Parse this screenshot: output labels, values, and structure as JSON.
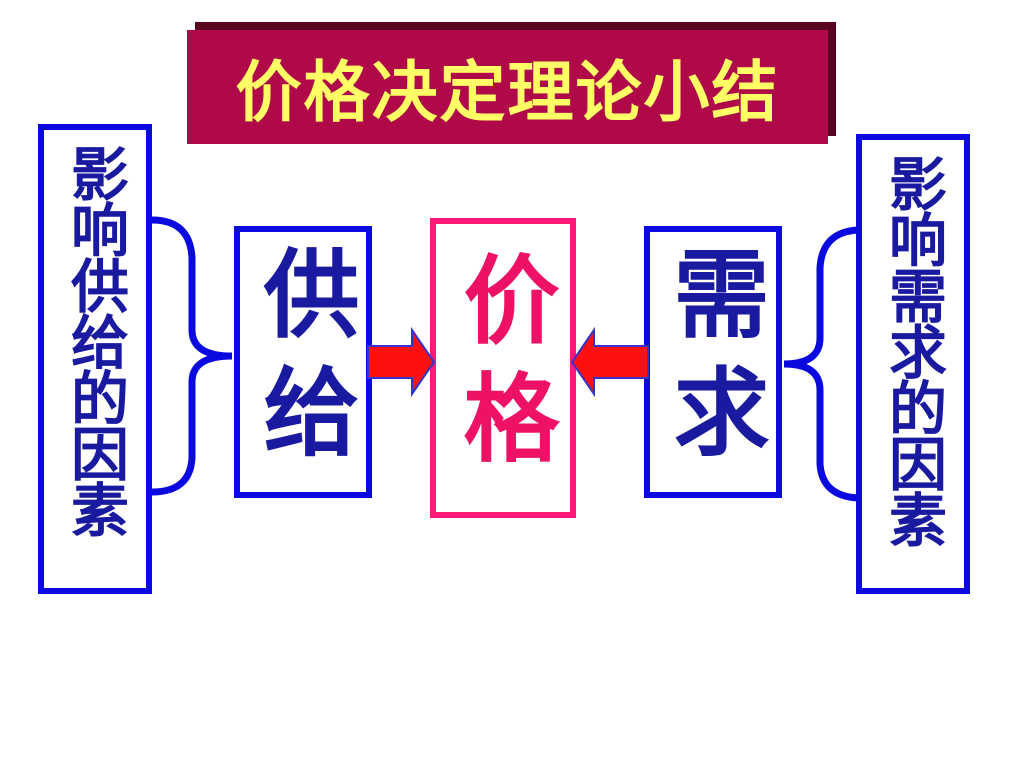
{
  "title": "价格决定理论小结",
  "left_factors": "影响供给的因素",
  "right_factors": "影响需求的因素",
  "supply": "供给",
  "price": "价格",
  "demand": "需求",
  "colors": {
    "title_bg": "#b0094a",
    "title_text": "#ffff66",
    "box_border": "#0a0ae0",
    "box_text": "#1a1aa0",
    "price_border": "#ff1a7a",
    "price_text": "#ee1166",
    "arrow_fill": "#ff1010",
    "arrow_outline": "#3333cc"
  }
}
